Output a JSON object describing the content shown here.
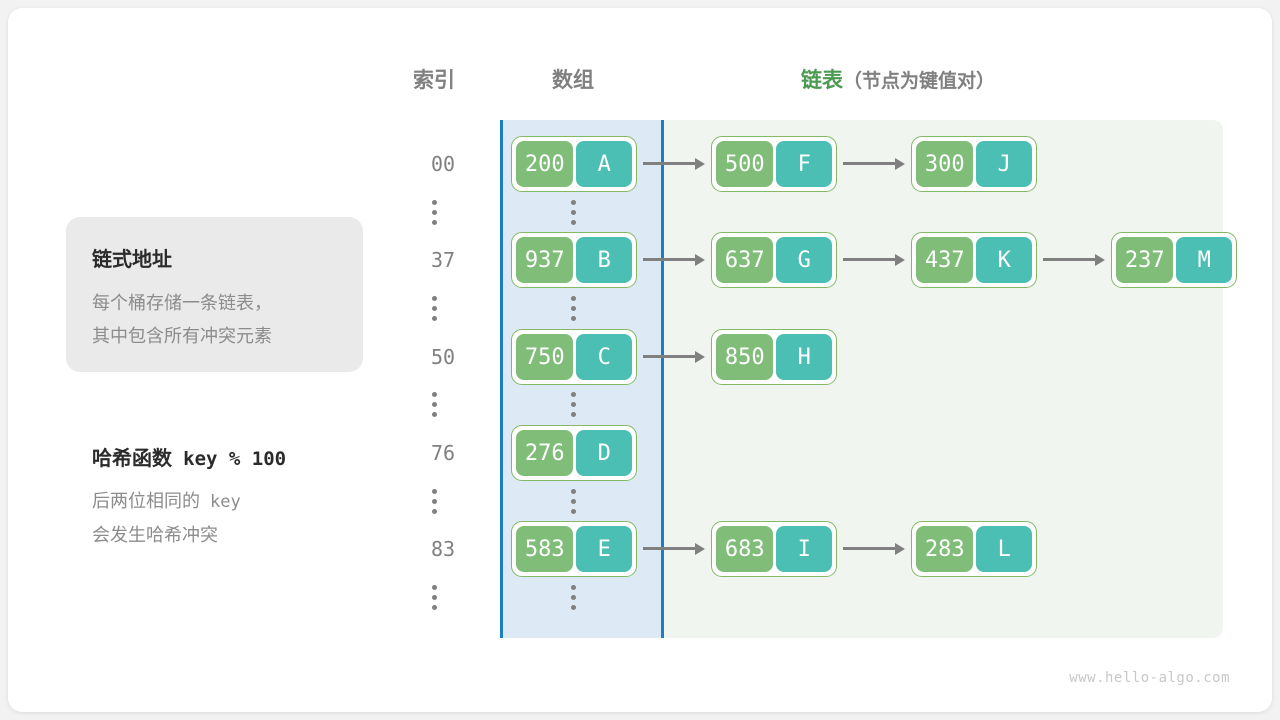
{
  "headers": {
    "index": "索引",
    "array": "数组",
    "list_main": "链表",
    "list_sub": "（节点为键值对）"
  },
  "info_card": {
    "title": "链式地址",
    "line1": "每个桶存储一条链表，",
    "line2": "其中包含所有冲突元素"
  },
  "hash_note": {
    "title_cn": "哈希函数",
    "title_code": "key % 100",
    "line1_cn": "后两位相同的",
    "line1_code": "key",
    "line2": "会发生哈希冲突"
  },
  "colors": {
    "array_region_fill": "#ddeaf6",
    "array_region_border": "#1b7fc4",
    "list_region_fill": "#f0f6ef",
    "node_key_fill": "#7fbd79",
    "node_value_fill": "#4cbfb4",
    "node_border": "#84b865",
    "arrow": "#808080",
    "accent_green_text": "#4c9a51",
    "muted_text": "#808080"
  },
  "buckets": [
    {
      "index": "00",
      "nodes": [
        {
          "key": "200",
          "value": "A"
        },
        {
          "key": "500",
          "value": "F"
        },
        {
          "key": "300",
          "value": "J"
        }
      ]
    },
    {
      "index": "37",
      "nodes": [
        {
          "key": "937",
          "value": "B"
        },
        {
          "key": "637",
          "value": "G"
        },
        {
          "key": "437",
          "value": "K"
        },
        {
          "key": "237",
          "value": "M"
        }
      ]
    },
    {
      "index": "50",
      "nodes": [
        {
          "key": "750",
          "value": "C"
        },
        {
          "key": "850",
          "value": "H"
        }
      ]
    },
    {
      "index": "76",
      "nodes": [
        {
          "key": "276",
          "value": "D"
        }
      ]
    },
    {
      "index": "83",
      "nodes": [
        {
          "key": "583",
          "value": "E"
        },
        {
          "key": "683",
          "value": "I"
        },
        {
          "key": "283",
          "value": "L"
        }
      ]
    }
  ],
  "watermark": "www.hello-algo.com"
}
